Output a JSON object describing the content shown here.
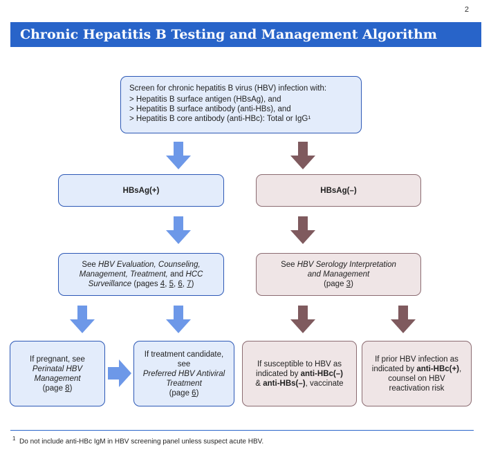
{
  "page_number": "2",
  "title": "Chronic Hepatitis B Testing and Management Algorithm",
  "screen": {
    "intro": "Screen for chronic hepatitis B virus (HBV) infection with:",
    "items": [
      "> Hepatitis B surface antigen (HBsAg), and",
      "> Hepatitis B surface antibody (anti-HBs), and",
      "> Hepatitis B core antibody (anti-HBc): Total or IgG¹"
    ]
  },
  "positive": {
    "label": "HBsAg(+)"
  },
  "negative": {
    "label": "HBsAg(–)"
  },
  "evaluation": {
    "prefix": "See ",
    "link": "HBV Evaluation, Counseling, Management, Treatment,",
    "mid": " and ",
    "link2": "HCC Surveillance",
    "pages_prefix": " (pages ",
    "p1": "4",
    "sep1": ", ",
    "p2": "5",
    "sep2": ", ",
    "p3": "6",
    "sep3": ", ",
    "p4": "7",
    "pages_suffix": ")"
  },
  "serology": {
    "prefix": "See ",
    "link": "HBV Serology Interpretation and Management",
    "page_open": "(page ",
    "page": "3",
    "page_close": ")"
  },
  "pregnant": {
    "line1": "If pregnant, see",
    "link": "Perinatal HBV Management",
    "page_open": "(page ",
    "page": "8",
    "page_close": ")"
  },
  "treatment": {
    "line1": "If treatment candidate, see",
    "link": "Preferred HBV Antiviral Treatment",
    "page_open": "(page ",
    "page": "6",
    "page_close": ")"
  },
  "susceptible": {
    "text1": "If susceptible to HBV as indicated by ",
    "b1": "anti-HBc(–)",
    "text2": " & ",
    "b2": "anti-HBs(–)",
    "text3": ", vaccinate"
  },
  "prior": {
    "text1": "If prior HBV infection as indicated by ",
    "b1": "anti-HBc(+)",
    "text2": ", counsel on HBV reactivation risk"
  },
  "footnote": {
    "marker": "1",
    "text": "Do not include anti-HBc IgM in HBV screening panel unless suspect acute HBV."
  },
  "colors": {
    "title_bar": "#2864c9",
    "blue_fill": "#e3ecfb",
    "blue_arrow": "#6d98e8",
    "mauve_fill": "#efe5e6",
    "mauve_arrow": "#7f5a5e"
  }
}
